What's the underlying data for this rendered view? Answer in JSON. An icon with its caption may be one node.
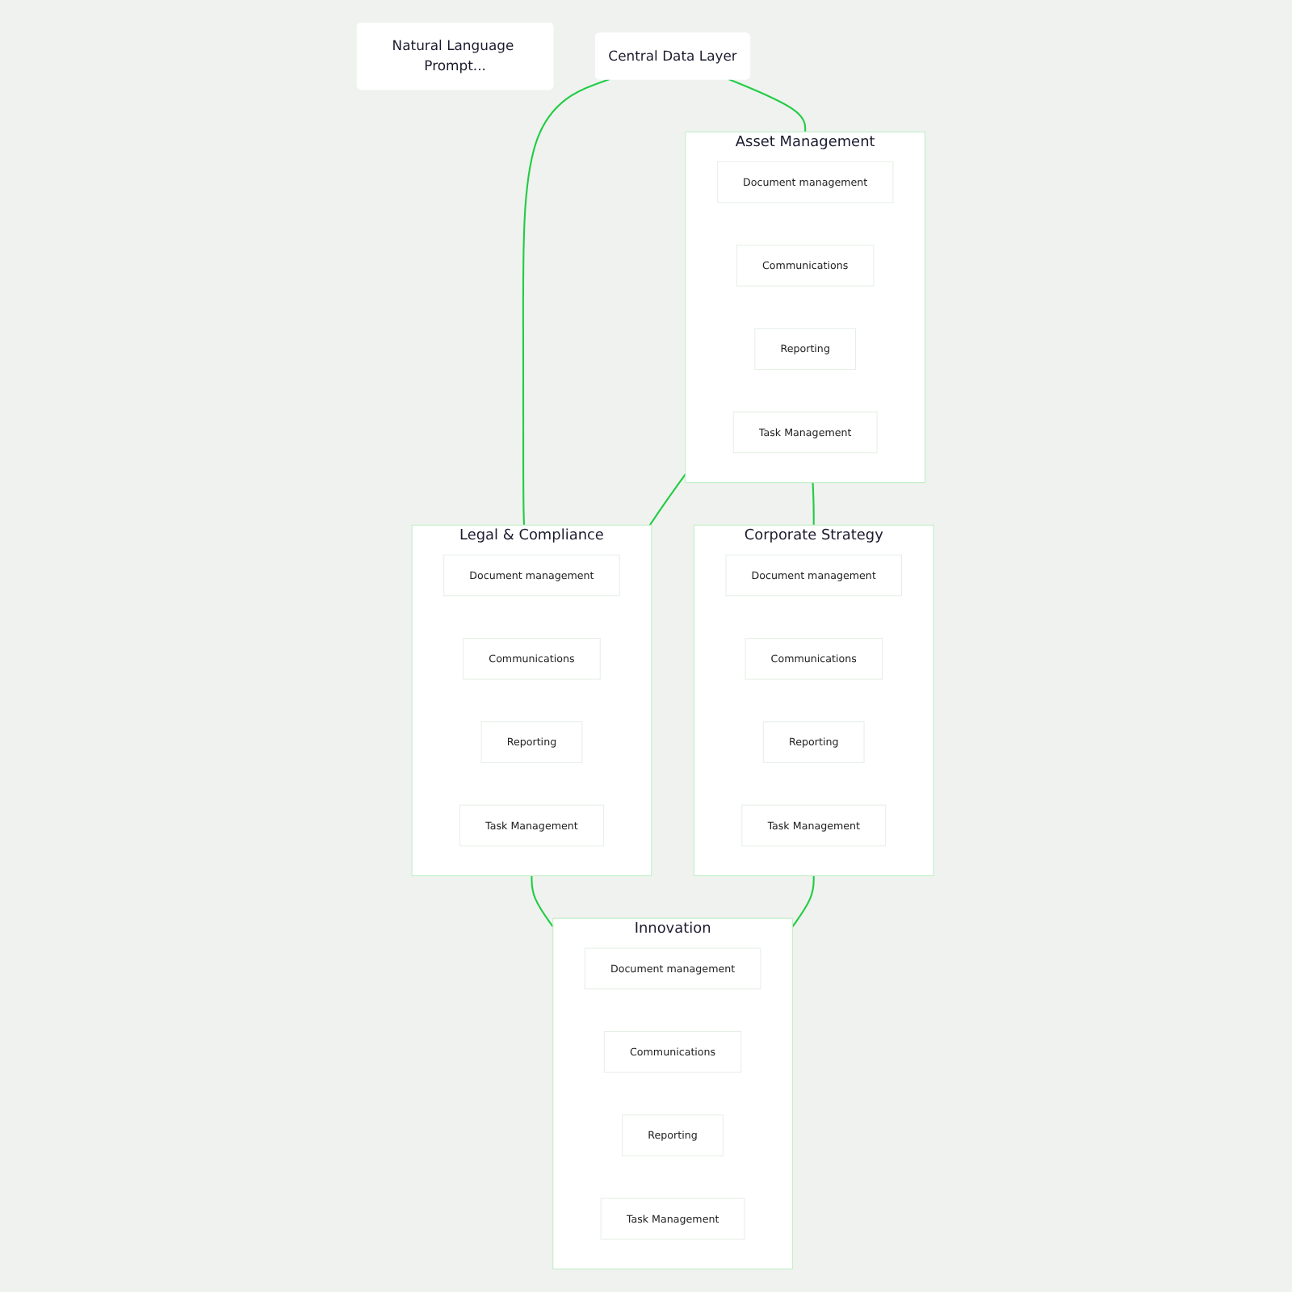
{
  "diagram": {
    "nodes": [
      {
        "text": [
          "Natural Language Prompt..."
        ]
      },
      {
        "text": [
          "Central Data Layer"
        ]
      },
      {
        "text": [
          "Asset Management"
        ]
      },
      {
        "text": [
          "Document management"
        ],
        "in": 2
      },
      {
        "text": [
          "Communications"
        ],
        "in": 2
      },
      {
        "text": [
          "Reporting"
        ],
        "in": 2
      },
      {
        "text": [
          "Task Management"
        ],
        "in": 2
      },
      {
        "text": [
          "Legal & Compliance"
        ]
      },
      {
        "text": [
          "Document management"
        ],
        "in": 7
      },
      {
        "text": [
          "Communications"
        ],
        "in": 7
      },
      {
        "text": [
          "Reporting"
        ],
        "in": 7
      },
      {
        "text": [
          "Task Management"
        ],
        "in": 7
      },
      {
        "text": [
          "Corporate Strategy"
        ]
      },
      {
        "text": [
          "Document management"
        ],
        "in": 12
      },
      {
        "text": [
          "Communications"
        ],
        "in": 12
      },
      {
        "text": [
          "Reporting"
        ],
        "in": 12
      },
      {
        "text": [
          "Task Management"
        ],
        "in": 12
      },
      {
        "text": [
          "Innovation"
        ]
      },
      {
        "text": [
          "Document management"
        ],
        "in": 17
      },
      {
        "text": [
          "Communications"
        ],
        "in": 17
      },
      {
        "text": [
          "Reporting"
        ],
        "in": 17
      },
      {
        "text": [
          "Task Management"
        ],
        "in": 17
      }
    ],
    "edges": [
      {
        "from": 1,
        "to": 2,
        "arrow": "none"
      },
      {
        "from": 1,
        "to": 7,
        "arrow": "none"
      },
      {
        "from": 2,
        "to": 7,
        "arrow": "none"
      },
      {
        "from": 2,
        "to": 12,
        "arrow": "none"
      },
      {
        "from": 7,
        "to": 17,
        "arrow": "none"
      },
      {
        "from": 12,
        "to": 17,
        "arrow": "none"
      }
    ]
  }
}
